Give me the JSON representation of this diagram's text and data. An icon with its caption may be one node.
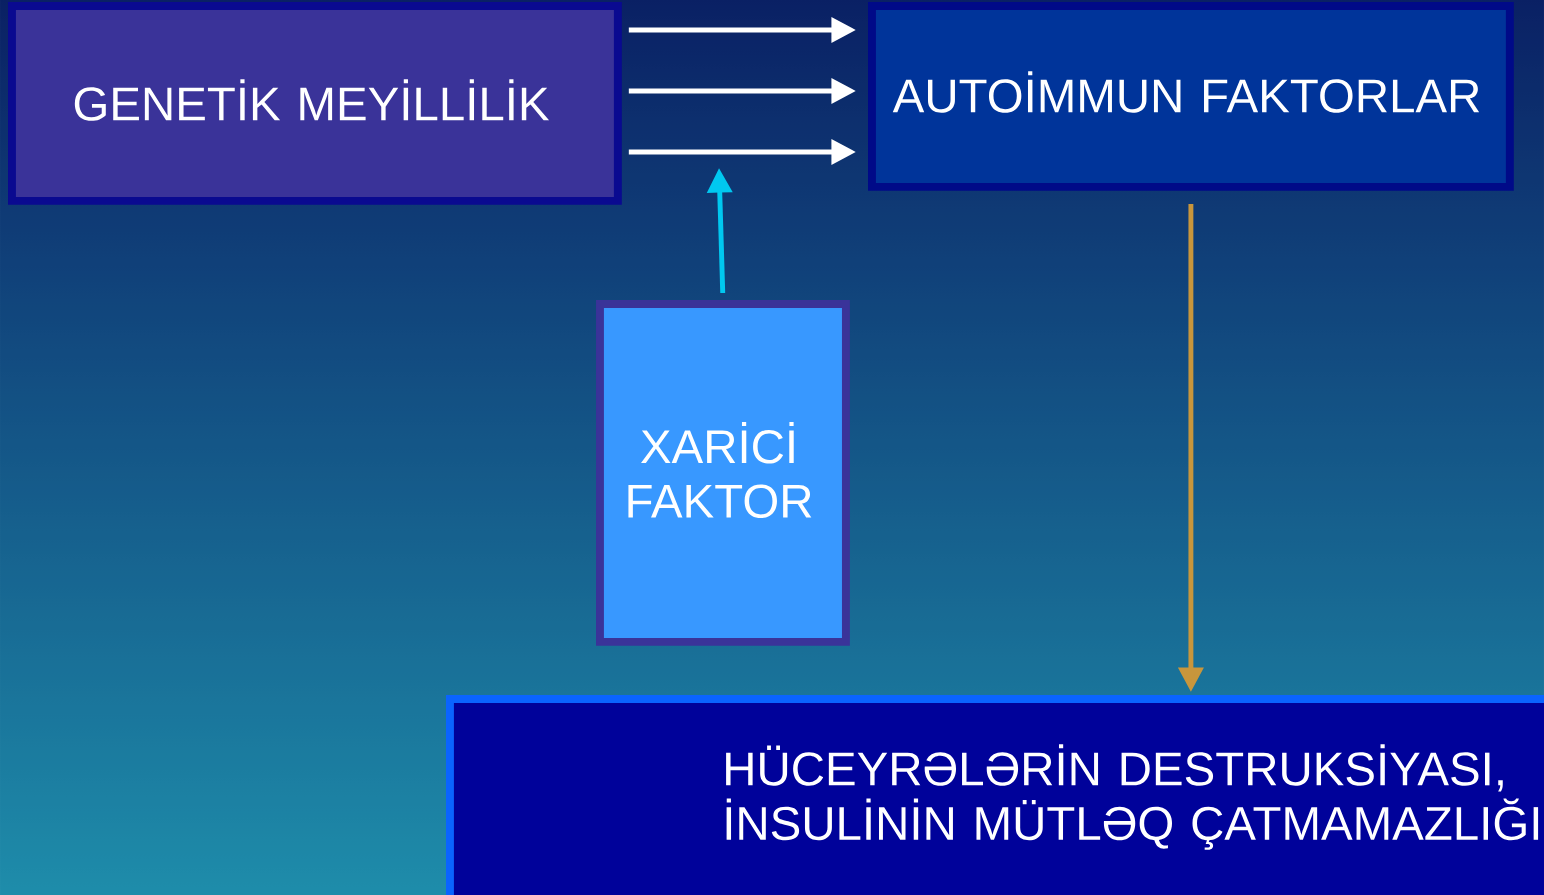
{
  "diagram": {
    "nodes": [
      {
        "text": [
          "GENETİK MEYİLLİLİK"
        ]
      },
      {
        "text": [
          "AUTOİMMUN FAKTORLAR"
        ]
      },
      {
        "text": [
          "XARİCİ FAKTOR"
        ]
      },
      {
        "text": [
          "HÜCEYRƏLƏRİN DESTRUKSİYASI, İNSULİNİN MÜTLƏQ ÇATMAMAZLIĞI"
        ]
      }
    ],
    "edges": [
      {
        "from": 0,
        "to": 1,
        "arrow": "to"
      },
      {
        "from": 0,
        "to": 1,
        "arrow": "to"
      },
      {
        "from": 0,
        "to": 1,
        "arrow": "to"
      },
      {
        "from": 2,
        "to": null,
        "arrow": "to",
        "color": "#00c8f0"
      },
      {
        "from": 1,
        "to": 3,
        "arrow": "to",
        "color": "#c8963c"
      }
    ]
  }
}
